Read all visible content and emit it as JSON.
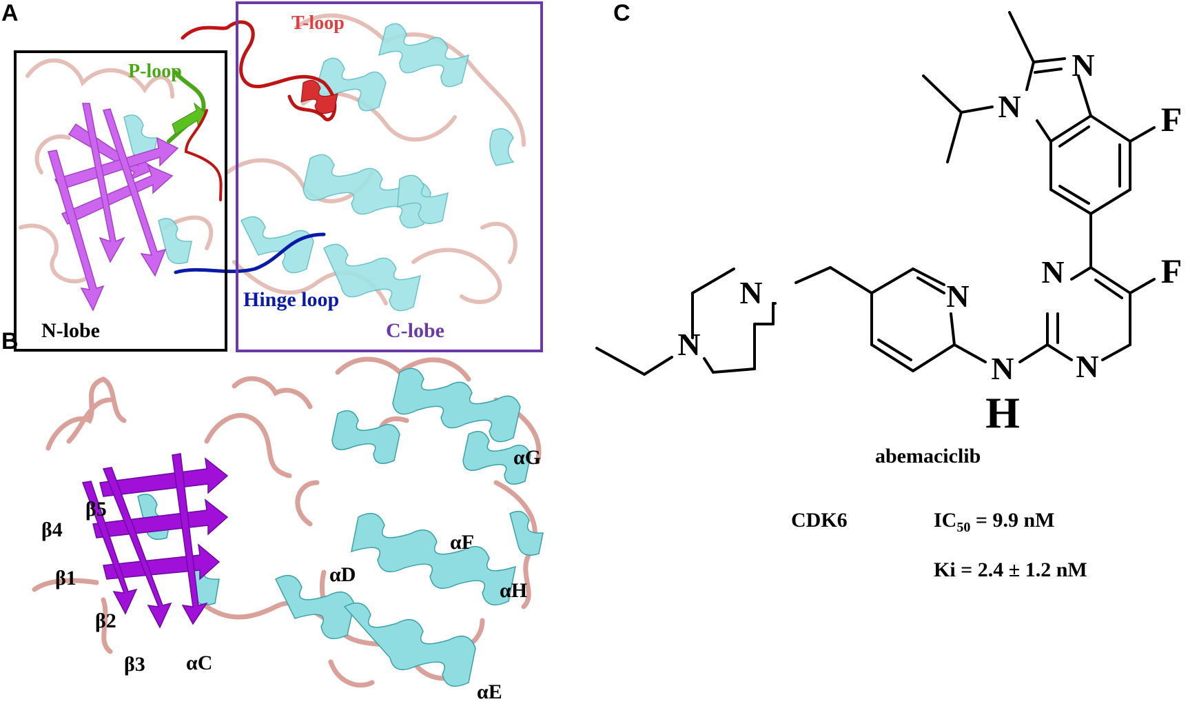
{
  "panels": {
    "a": {
      "letter": "A",
      "labels": {
        "t_loop": "T-loop",
        "p_loop": "P-loop",
        "hinge_loop": "Hinge loop",
        "n_lobe": "N-lobe",
        "c_lobe": "C-lobe"
      }
    },
    "b": {
      "letter": "B",
      "labels": {
        "beta4": "β4",
        "beta5": "β5",
        "beta1": "β1",
        "beta2": "β2",
        "beta3": "β3",
        "alpha_c": "αC",
        "alpha_d": "αD",
        "alpha_e": "αE",
        "alpha_f": "αF",
        "alpha_g": "αG",
        "alpha_h": "αH"
      }
    },
    "c": {
      "letter": "C",
      "atoms": {
        "n": "N",
        "f": "F",
        "h": "H"
      },
      "compound_name": "abemaciclib",
      "target": "CDK6",
      "ic50": {
        "prefix": "IC",
        "sub": "50",
        "value": " = 9.9 nM"
      },
      "ki": "Ki = 2.4 ± 1.2 nM"
    }
  },
  "colors": {
    "beta_sheet_a": "#cc66ee",
    "beta_sheet_b": "#a010d8",
    "helix": "#7ed8dc",
    "coil": "#d9a19a",
    "t_loop": "#c01414",
    "p_loop": "#4aa818",
    "hinge_loop": "#0a1aa8",
    "n_lobe_box": "#000000",
    "c_lobe_box": "#6a3aa8",
    "c_lobe_label": "#6a3aa8"
  }
}
